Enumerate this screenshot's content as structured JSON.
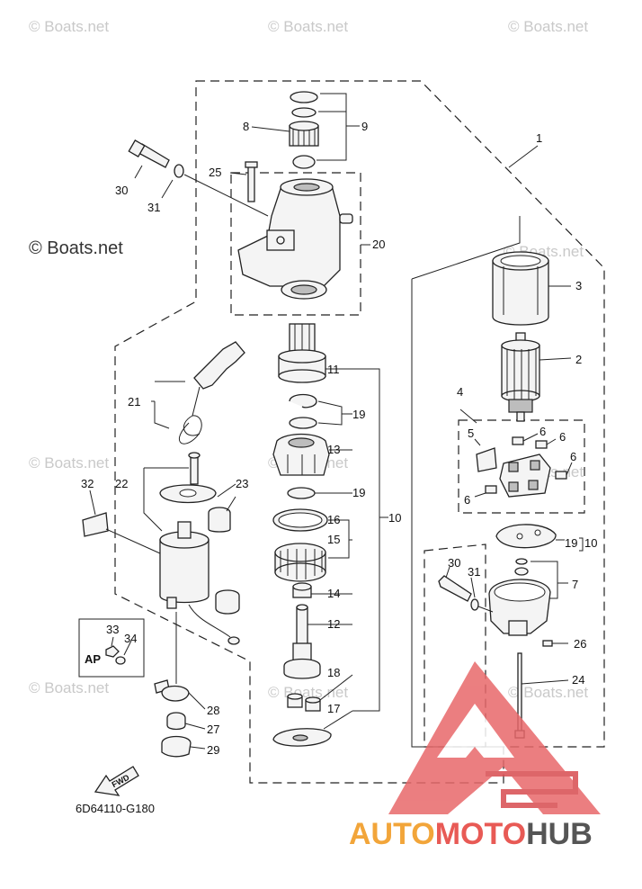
{
  "diagram_code": "6D64110-G180",
  "watermarks": {
    "top_left": "© Boats.net",
    "top_center": "© Boats.net",
    "top_right": "© Boats.net",
    "mid_left_big": "© Boats.net",
    "repeat": "© Boats.net"
  },
  "logo": {
    "part_a": "AUTO",
    "part_b": "MOTO",
    "part_c": "HUB",
    "color_a": "#f2a53a",
    "color_b": "#e85a55",
    "color_c": "#555555"
  },
  "ap_box_label": "AP",
  "fwd_label": "FWD",
  "callouts": {
    "c1": "1",
    "c2": "2",
    "c3": "3",
    "c4": "4",
    "c5": "5",
    "c6a": "6",
    "c6b": "6",
    "c6c": "6",
    "c6d": "6",
    "c7": "7",
    "c8": "8",
    "c9": "9",
    "c10": "10",
    "c11": "11",
    "c12": "12",
    "c13": "13",
    "c14": "14",
    "c15": "15",
    "c16": "16",
    "c17": "17",
    "c18": "18",
    "c19a": "19",
    "c19b": "19",
    "c19c": "19",
    "c10b": "10",
    "c20": "20",
    "c21": "21",
    "c22": "22",
    "c23": "23",
    "c24": "24",
    "c25": "25",
    "c26": "26",
    "c27": "27",
    "c28": "28",
    "c29": "29",
    "c30a": "30",
    "c30b": "30",
    "c31a": "31",
    "c31b": "31",
    "c32": "32",
    "c33": "33",
    "c34": "34"
  }
}
